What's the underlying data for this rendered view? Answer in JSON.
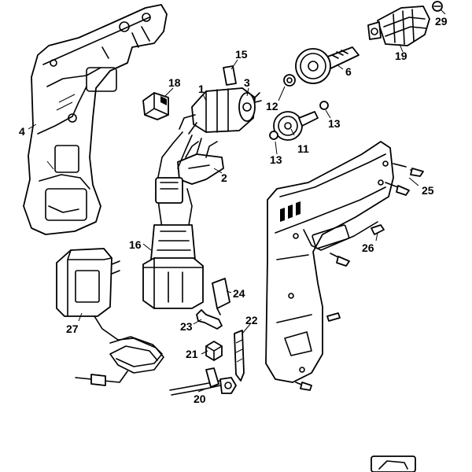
{
  "callouts": [
    "1",
    "2",
    "3",
    "4",
    "6",
    "11",
    "12",
    "13",
    "13",
    "15",
    "16",
    "18",
    "19",
    "20",
    "21",
    "22",
    "23",
    "24",
    "25",
    "26",
    "27",
    "29"
  ]
}
